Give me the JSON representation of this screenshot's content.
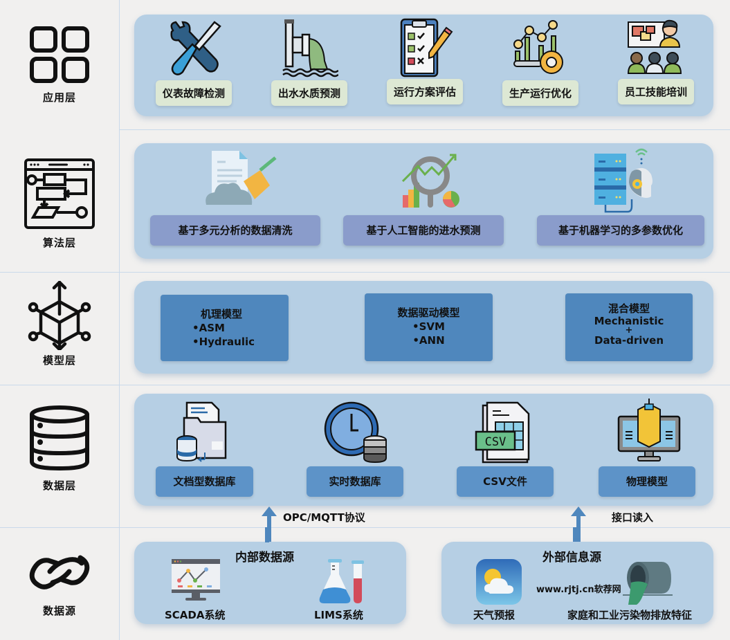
{
  "layers": {
    "application": {
      "label": "应用层",
      "items": [
        {
          "label": "仪表故障检测",
          "icon": "wrench-screwdriver-icon"
        },
        {
          "label": "出水水质预测",
          "icon": "outflow-pipe-icon"
        },
        {
          "label": "运行方案评估",
          "icon": "checklist-icon"
        },
        {
          "label": "生产运行优化",
          "icon": "gear-chart-icon"
        },
        {
          "label": "员工技能培训",
          "icon": "training-presentation-icon"
        }
      ]
    },
    "algorithm": {
      "label": "算法层",
      "items": [
        {
          "label": "基于多元分析的数据清洗",
          "icon": "data-cleaning-broom-icon"
        },
        {
          "label": "基于人工智能的进水预测",
          "icon": "magnifier-trend-icon"
        },
        {
          "label": "基于机器学习的多参数优化",
          "icon": "server-ai-head-icon"
        }
      ]
    },
    "model": {
      "label": "模型层",
      "boxes": [
        {
          "title": "机理模型",
          "lines": [
            "•ASM",
            "•Hydraulic"
          ]
        },
        {
          "title": "数据驱动模型",
          "lines": [
            "•SVM",
            "•ANN"
          ]
        },
        {
          "title": "混合模型",
          "lines": [
            "Mechanistic",
            "+",
            "Data-driven"
          ]
        }
      ]
    },
    "data": {
      "label": "数据层",
      "items": [
        {
          "label": "文档型数据库",
          "icon": "document-database-icon"
        },
        {
          "label": "实时数据库",
          "icon": "clock-database-icon"
        },
        {
          "label": "CSV文件",
          "icon": "csv-file-icon",
          "icon_text": "CSV"
        },
        {
          "label": "物理模型",
          "icon": "building-monitor-icon"
        }
      ],
      "arrows": [
        {
          "label": "OPC/MQTT协议"
        },
        {
          "label": "接口读入"
        }
      ]
    },
    "source": {
      "label": "数据源",
      "internal": {
        "title": "内部数据源",
        "items": [
          {
            "label": "SCADA系统",
            "icon": "scada-monitor-icon"
          },
          {
            "label": "LIMS系统",
            "icon": "lab-flask-icon"
          }
        ]
      },
      "external": {
        "title": "外部信息源",
        "items": [
          {
            "label": "天气预报",
            "icon": "weather-icon"
          },
          {
            "label": "家庭和工业污染物排放特征",
            "icon": "discharge-pipe-icon"
          }
        ]
      }
    }
  },
  "watermark": "www.rjtj.cn软荐网",
  "colors": {
    "background": "#f1f0ef",
    "panel": "#b6cfe4",
    "green_tag": "#dde8d4",
    "purple_tag": "#8a9ccb",
    "model_box": "#4f87bd",
    "blue_tag": "#5d93c8",
    "arrow": "#4f87bd"
  }
}
